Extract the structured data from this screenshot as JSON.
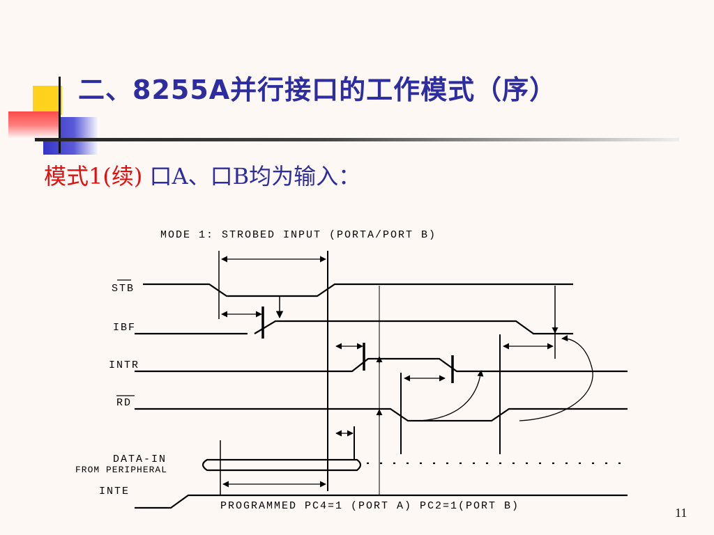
{
  "slide": {
    "title": "二、8255A并行接口的工作模式（序）",
    "subtitle_mode": "模式1(续)",
    "subtitle_desc": " 口A、口B均为输入：",
    "page_number": "11"
  },
  "diagram": {
    "heading": "MODE 1:  STROBED INPUT  (PORTA/PORT B)",
    "signals": {
      "stb": "STB",
      "ibf": "IBF",
      "intr": "INTR",
      "rd": "RD",
      "data_in": "DATA-IN",
      "from_peripheral": "FROM PERIPHERAL",
      "inte": "INTE"
    },
    "footer": "PROGRAMMED  PC4=1 (PORT A) PC2=1(PORT B)"
  },
  "colors": {
    "title": "#2d2da0",
    "subtitle_red": "#e01010",
    "deco_yellow": "#ffd21e",
    "deco_blue": "#3535c8",
    "deco_red": "#ff4a4a"
  }
}
